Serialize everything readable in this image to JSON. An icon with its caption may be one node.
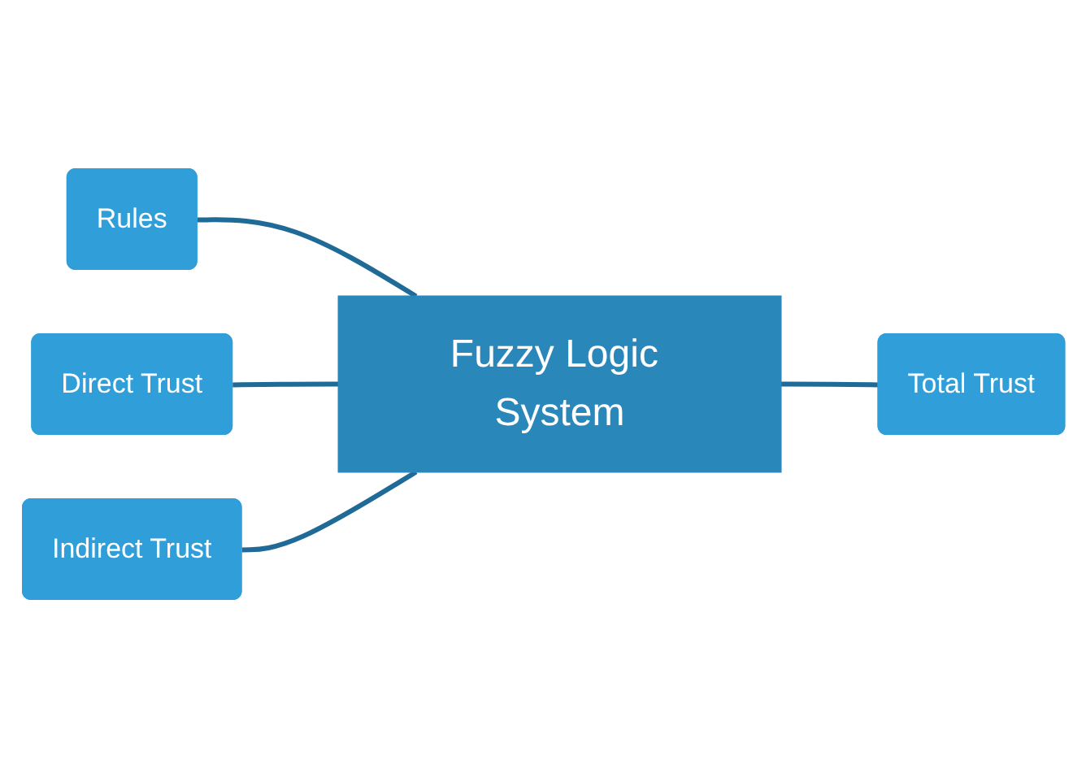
{
  "diagram": {
    "nodes": [
      {
        "text": [
          "Rules"
        ]
      },
      {
        "text": [
          "Direct Trust"
        ]
      },
      {
        "text": [
          "Fuzzy Logic System"
        ]
      },
      {
        "text": [
          "Indirect Trust"
        ]
      },
      {
        "text": [
          "Total Trust"
        ]
      }
    ],
    "edges": [
      {
        "from": 0,
        "to": 2,
        "arrow": "none"
      },
      {
        "from": 1,
        "to": 2,
        "arrow": "none"
      },
      {
        "from": 3,
        "to": 2,
        "arrow": "none"
      },
      {
        "from": 2,
        "to": 4,
        "arrow": "none"
      }
    ]
  }
}
